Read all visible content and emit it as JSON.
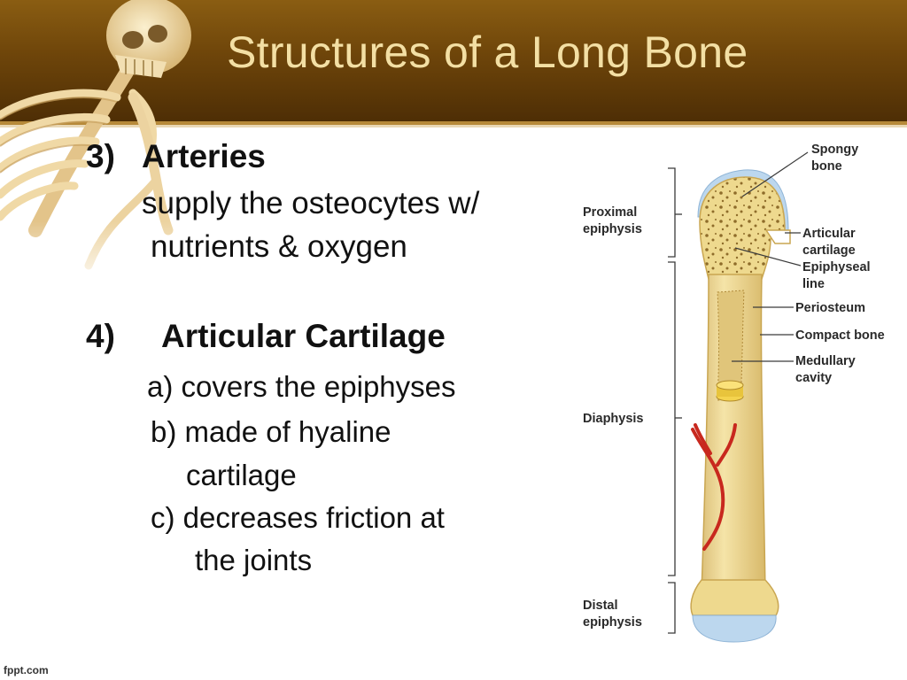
{
  "slide": {
    "title": "Structures of a Long Bone",
    "footer": "fppt.com"
  },
  "content": {
    "item3": {
      "number": "3)",
      "heading": "Arteries",
      "lines": [
        "supply the osteocytes w/",
        "nutrients & oxygen"
      ]
    },
    "item4": {
      "number": "4)",
      "heading": "Articular Cartilage",
      "lines": [
        "a) covers the epiphyses",
        "b) made of hyaline",
        "cartilage",
        "c)  decreases friction at",
        "the joints"
      ]
    }
  },
  "diagram": {
    "labels": {
      "spongy_1": "Spongy",
      "spongy_2": "bone",
      "proximal_1": "Proximal",
      "proximal_2": "epiphysis",
      "articular_1": "Articular",
      "articular_2": "cartilage",
      "epiphyseal_1": "Epiphyseal",
      "epiphyseal_2": "line",
      "periosteum": "Periosteum",
      "compact": "Compact bone",
      "medullary_1": "Medullary",
      "medullary_2": "cavity",
      "diaphysis": "Diaphysis",
      "distal_1": "Distal",
      "distal_2": "epiphysis"
    },
    "colors": {
      "bone": "#eed98e",
      "bone_edge": "#c9a651",
      "cartilage": "#bcd7ee",
      "artery": "#c8281e",
      "medullary": "#e0c57a"
    }
  }
}
